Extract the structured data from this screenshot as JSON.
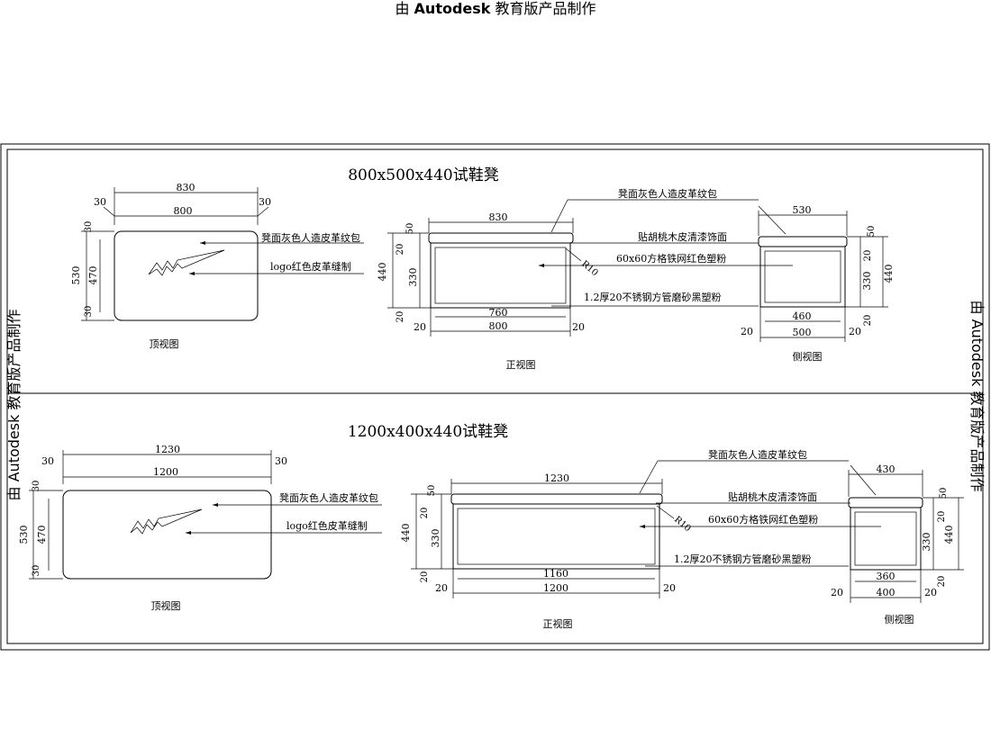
{
  "watermark": {
    "prefix": "由 ",
    "brand": "Autodesk",
    "suffix": " 教育版产品制作",
    "full": "由 Autodesk 教育版产品制作"
  },
  "upper": {
    "title": "800x500x440试鞋凳",
    "top_view": {
      "caption": "顶视图",
      "dims": {
        "outer": "830",
        "inner": "800",
        "edge_l": "30",
        "edge_r": "30",
        "height": "530",
        "inner_h": "470",
        "edge_t": "30",
        "edge_b": "30"
      },
      "note_surface": "凳面灰色人造皮革纹包",
      "note_logo": "logo红色皮革缝制"
    },
    "front_view": {
      "caption": "正视图",
      "dims": {
        "top": "830",
        "bottom_inner": "760",
        "bottom": "800",
        "side_l": "20",
        "side_r": "20",
        "h_total": "440",
        "h_top": "50",
        "h_a": "20",
        "h_mid": "330",
        "h_b": "20",
        "radius": "R10"
      },
      "notes": [
        "凳面灰色人造皮革纹包",
        "贴胡桃木皮清漆饰面",
        "60x60方格铁网红色塑粉",
        "1.2厚20不锈钢方管磨砂黑塑粉"
      ]
    },
    "side_view": {
      "caption": "侧视图",
      "dims": {
        "top": "530",
        "bottom_inner": "460",
        "bottom": "500",
        "side_l": "20",
        "side_r": "20",
        "h_total": "440",
        "h_top": "50",
        "h_a": "20",
        "h_mid": "330",
        "h_b": "20"
      }
    }
  },
  "lower": {
    "title": "1200x400x440试鞋凳",
    "top_view": {
      "caption": "顶视图",
      "dims": {
        "outer": "1230",
        "inner": "1200",
        "edge_l": "30",
        "edge_r": "30",
        "height": "530",
        "inner_h": "470",
        "edge_t": "30",
        "edge_b": "30"
      },
      "note_surface": "凳面灰色人造皮革纹包",
      "note_logo": "logo红色皮革缝制"
    },
    "front_view": {
      "caption": "正视图",
      "dims": {
        "top": "1230",
        "bottom_inner": "1160",
        "bottom": "1200",
        "side_l": "20",
        "side_r": "20",
        "h_total": "440",
        "h_top": "50",
        "h_a": "20",
        "h_mid": "330",
        "h_b": "20",
        "radius": "R10"
      },
      "notes": [
        "凳面灰色人造皮革纹包",
        "贴胡桃木皮清漆饰面",
        "60x60方格铁网红色塑粉",
        "1.2厚20不锈钢方管磨砂黑塑粉"
      ]
    },
    "side_view": {
      "caption": "侧视图",
      "dims": {
        "top": "430",
        "bottom_inner": "360",
        "bottom": "400",
        "side_l": "20",
        "side_r": "20",
        "h_total": "440",
        "h_top": "50",
        "h_a": "20",
        "h_mid": "330",
        "h_b": "20"
      }
    }
  }
}
